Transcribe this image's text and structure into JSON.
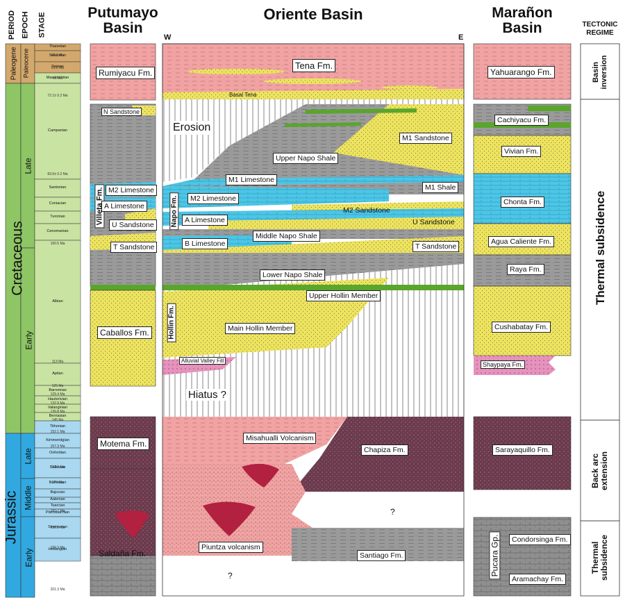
{
  "headers": {
    "period": "PERIOD",
    "epoch": "EPOCH",
    "stage": "STAGE",
    "putumayo": "Putumayo\nBasin",
    "oriente": "Oriente Basin",
    "maranon": "Marañon\nBasin",
    "tectonic": "TECTONIC\nREGIME",
    "west": "W",
    "east": "E"
  },
  "periods": [
    "Paleogene",
    "Cretaceous",
    "Jurassic"
  ],
  "epochs": [
    "Paleocene",
    "Late",
    "Early",
    "Late",
    "Middle",
    "Early"
  ],
  "stages": [
    "Thanetian",
    "Selandian",
    "Danian",
    "Maastrichtian",
    "Campanian",
    "Santonian",
    "Coniacian",
    "Turonian",
    "Cenomanian",
    "Albian",
    "Aptian",
    "Barremian",
    "Hauterivian",
    "Valanginian",
    "Berriasian",
    "Tithonian",
    "Kimmeridgian",
    "Oxfordian",
    "Callovian",
    "Bathonian",
    "Bajocian",
    "Aalenian",
    "Toarcian",
    "Pliensbachian",
    "Sinemurian",
    "Hettangian"
  ],
  "ages": [
    "66.2 Ma",
    "61.6 Ma",
    "66 Ma",
    "72.1± 0.2 Ma",
    "83.6± 0.2 Ma",
    "100.5 Ma",
    "113 Ma",
    "125 Ma",
    "129.4 Ma",
    "132.9 Ma",
    "139.8 Ma",
    "145 Ma",
    "152.1 Ma",
    "157.3 Ma",
    "163.5 Ma",
    "174 Ma",
    "182.7 Ma",
    "190.8 Ma",
    "199.3 Ma",
    "201.3 Ma"
  ],
  "putumayo": {
    "rumiyacu": "Rumiyacu Fm.",
    "n_sandstone": "N Sandstone",
    "villeta": "Villeta Fm.",
    "m2_limestone": "M2 Limestone",
    "a_limestone": "A Limestone",
    "u_sandstone": "U Sandstone",
    "t_sandstone": "T Sandstone",
    "caballos": "Caballos Fm.",
    "motema": "Motema Fm.",
    "saldana": "Saldaña Fm."
  },
  "oriente": {
    "tena": "Tena Fm.",
    "basal_tena": "Basal Tena",
    "erosion": "Erosion",
    "upper_napo_shale": "Upper Napo Shale",
    "m1_sandstone": "M1 Sandstone",
    "m1_limestone": "M1 Limestone",
    "m1_shale": "M1 Shale",
    "m2_limestone": "M2 Limestone",
    "napo_fm": "Napo Fm.",
    "m2_sandstone": "M2 Sandstone",
    "a_limestone": "A Limestone",
    "u_sandstone": "U Sandstone",
    "middle_napo_shale": "Middle Napo Shale",
    "b_limestone": "B Limestone",
    "t_sandstone": "T Sandstone",
    "lower_napo_shale": "Lower Napo Shale",
    "upper_hollin": "Upper Hollin Member",
    "hollin_fm": "Hollin Fm.",
    "main_hollin": "Main Hollin Member",
    "alluvial": "Alluvial Valley Fill",
    "hiatus": "Hiatus ?",
    "misahualli": "Misahualli Volcanism",
    "chapiza": "Chapiza Fm.",
    "question1": "?",
    "piuntza": "Piuntza volcanism",
    "santiago": "Santiago Fm.",
    "question2": "?"
  },
  "maranon": {
    "yahuarango": "Yahuarango Fm.",
    "cachiyacu": "Cachiyacu Fm.",
    "vivian": "Vivian Fm.",
    "chonta": "Chonta Fm.",
    "agua_caliente": "Agua Caliente Fm.",
    "raya": "Raya Fm.",
    "cushabatay": "Cushabatay Fm.",
    "shaypaya": "Shaypaya Fm.",
    "sarayaquillo": "Sarayaquillo Fm.",
    "pucara": "Pucara Gp.",
    "condorsinga": "Condorsinga Fm.",
    "aramachay": "Aramachay Fm."
  },
  "tectonic": {
    "inversion": "Basin\ninversion",
    "thermal1": "Thermal subsidence",
    "backarc": "Back arc\nextension",
    "thermal2": "Thermal\nsubsidence"
  },
  "colors": {
    "paleogene": "#d3a86c",
    "cretaceous": "#8ec565",
    "cretaceous_light": "#c9e3a3",
    "jurassic": "#31a9e0",
    "jurassic_light": "#a9d8f0",
    "pink": "#f1a3a3",
    "gray": "#9a9a9a",
    "yellow": "#ede35d",
    "cyan": "#4cc6e6",
    "green": "#5aa52c",
    "maroon": "#6b3a4c",
    "volcanic_red": "#b2213f",
    "alluvial": "#e592bc"
  }
}
